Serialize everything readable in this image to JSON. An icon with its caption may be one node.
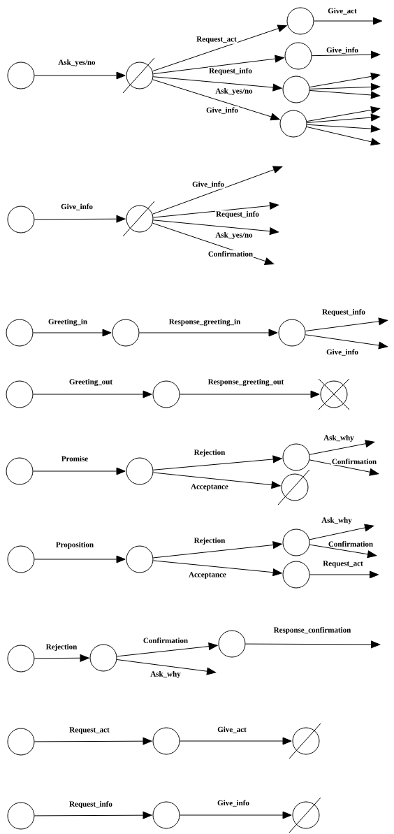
{
  "diagram": {
    "nodes": [
      {
        "text": [],
        "shape": "circle"
      },
      {
        "text": [],
        "shape": "slashed"
      },
      {
        "text": [],
        "shape": "circle"
      },
      {
        "text": [],
        "shape": "circle"
      },
      {
        "text": [],
        "shape": "circle"
      },
      {
        "text": [],
        "shape": "circle"
      },
      {
        "text": [],
        "shape": "circle"
      },
      {
        "text": [],
        "shape": "slashed"
      },
      {
        "text": [],
        "shape": "circle"
      },
      {
        "text": [],
        "shape": "circle"
      },
      {
        "text": [],
        "shape": "circle"
      },
      {
        "text": [],
        "shape": "circle"
      },
      {
        "text": [],
        "shape": "circle"
      },
      {
        "text": [],
        "shape": "crossed"
      },
      {
        "text": [],
        "shape": "circle"
      },
      {
        "text": [],
        "shape": "circle"
      },
      {
        "text": [],
        "shape": "circle"
      },
      {
        "text": [],
        "shape": "slashed"
      },
      {
        "text": [],
        "shape": "circle"
      },
      {
        "text": [],
        "shape": "circle"
      },
      {
        "text": [],
        "shape": "circle"
      },
      {
        "text": [],
        "shape": "circle"
      },
      {
        "text": [],
        "shape": "circle"
      },
      {
        "text": [],
        "shape": "circle"
      },
      {
        "text": [],
        "shape": "circle"
      },
      {
        "text": [],
        "shape": "circle"
      },
      {
        "text": [],
        "shape": "circle"
      },
      {
        "text": [],
        "shape": "slashed"
      },
      {
        "text": [],
        "shape": "circle"
      },
      {
        "text": [],
        "shape": "circle"
      },
      {
        "text": [],
        "shape": "slashed"
      }
    ],
    "edges": [
      {
        "from": 0,
        "to": 1,
        "arrow": "to",
        "label": "Ask_yes/no"
      },
      {
        "from": 1,
        "to": 2,
        "arrow": "to",
        "label": "Request_act"
      },
      {
        "from": 1,
        "to": 3,
        "arrow": "to",
        "label": "Request_info"
      },
      {
        "from": 1,
        "to": 4,
        "arrow": "to",
        "label": "Ask_yes/no"
      },
      {
        "from": 1,
        "to": 5,
        "arrow": "to",
        "label": "Give_info"
      },
      {
        "from": 2,
        "to": null,
        "arrow": "to",
        "label": "Give_act"
      },
      {
        "from": 3,
        "to": null,
        "arrow": "to",
        "label": "Give_info"
      },
      {
        "from": 4,
        "to": null,
        "arrow": "to"
      },
      {
        "from": 4,
        "to": null,
        "arrow": "to"
      },
      {
        "from": 4,
        "to": null,
        "arrow": "to"
      },
      {
        "from": 5,
        "to": null,
        "arrow": "to"
      },
      {
        "from": 5,
        "to": null,
        "arrow": "to"
      },
      {
        "from": 5,
        "to": null,
        "arrow": "to"
      },
      {
        "from": 5,
        "to": null,
        "arrow": "to"
      },
      {
        "from": 6,
        "to": 7,
        "arrow": "to",
        "label": "Give_info"
      },
      {
        "from": 7,
        "to": null,
        "arrow": "to",
        "label": "Give_info"
      },
      {
        "from": 7,
        "to": null,
        "arrow": "to",
        "label": "Request_info"
      },
      {
        "from": 7,
        "to": null,
        "arrow": "to",
        "label": "Ask_yes/no"
      },
      {
        "from": 7,
        "to": null,
        "arrow": "to",
        "label": "Confirmation"
      },
      {
        "from": 8,
        "to": 9,
        "arrow": "to",
        "label": "Greeting_in"
      },
      {
        "from": 9,
        "to": 10,
        "arrow": "to",
        "label": "Response_greeting_in"
      },
      {
        "from": 10,
        "to": null,
        "arrow": "to",
        "label": "Request_info"
      },
      {
        "from": 10,
        "to": null,
        "arrow": "to",
        "label": "Give_info"
      },
      {
        "from": 11,
        "to": 12,
        "arrow": "to",
        "label": "Greeting_out"
      },
      {
        "from": 12,
        "to": 13,
        "arrow": "to",
        "label": "Response_greeting_out"
      },
      {
        "from": 14,
        "to": 15,
        "arrow": "to",
        "label": "Promise"
      },
      {
        "from": 15,
        "to": 16,
        "arrow": "to",
        "label": "Rejection"
      },
      {
        "from": 15,
        "to": 17,
        "arrow": "to",
        "label": "Acceptance"
      },
      {
        "from": 16,
        "to": null,
        "arrow": "to",
        "label": "Ask_why"
      },
      {
        "from": 16,
        "to": null,
        "arrow": "to",
        "label": "Confirmation"
      },
      {
        "from": 18,
        "to": 19,
        "arrow": "to",
        "label": "Proposition"
      },
      {
        "from": 19,
        "to": 20,
        "arrow": "to",
        "label": "Rejection"
      },
      {
        "from": 19,
        "to": 21,
        "arrow": "to",
        "label": "Acceptance"
      },
      {
        "from": 20,
        "to": null,
        "arrow": "to",
        "label": "Ask_why"
      },
      {
        "from": 20,
        "to": null,
        "arrow": "to",
        "label": "Confirmation"
      },
      {
        "from": 21,
        "to": null,
        "arrow": "to",
        "label": "Request_act"
      },
      {
        "from": 22,
        "to": 23,
        "arrow": "to",
        "label": "Rejection"
      },
      {
        "from": 23,
        "to": 24,
        "arrow": "to",
        "label": "Confirmation"
      },
      {
        "from": 23,
        "to": null,
        "arrow": "to",
        "label": "Ask_why"
      },
      {
        "from": 24,
        "to": null,
        "arrow": "to",
        "label": "Response_confirmation"
      },
      {
        "from": 25,
        "to": 26,
        "arrow": "to",
        "label": "Request_act"
      },
      {
        "from": 26,
        "to": 27,
        "arrow": "to",
        "label": "Give_act"
      },
      {
        "from": 28,
        "to": 29,
        "arrow": "to",
        "label": "Request_info"
      },
      {
        "from": 29,
        "to": 30,
        "arrow": "to",
        "label": "Give_info"
      }
    ]
  }
}
